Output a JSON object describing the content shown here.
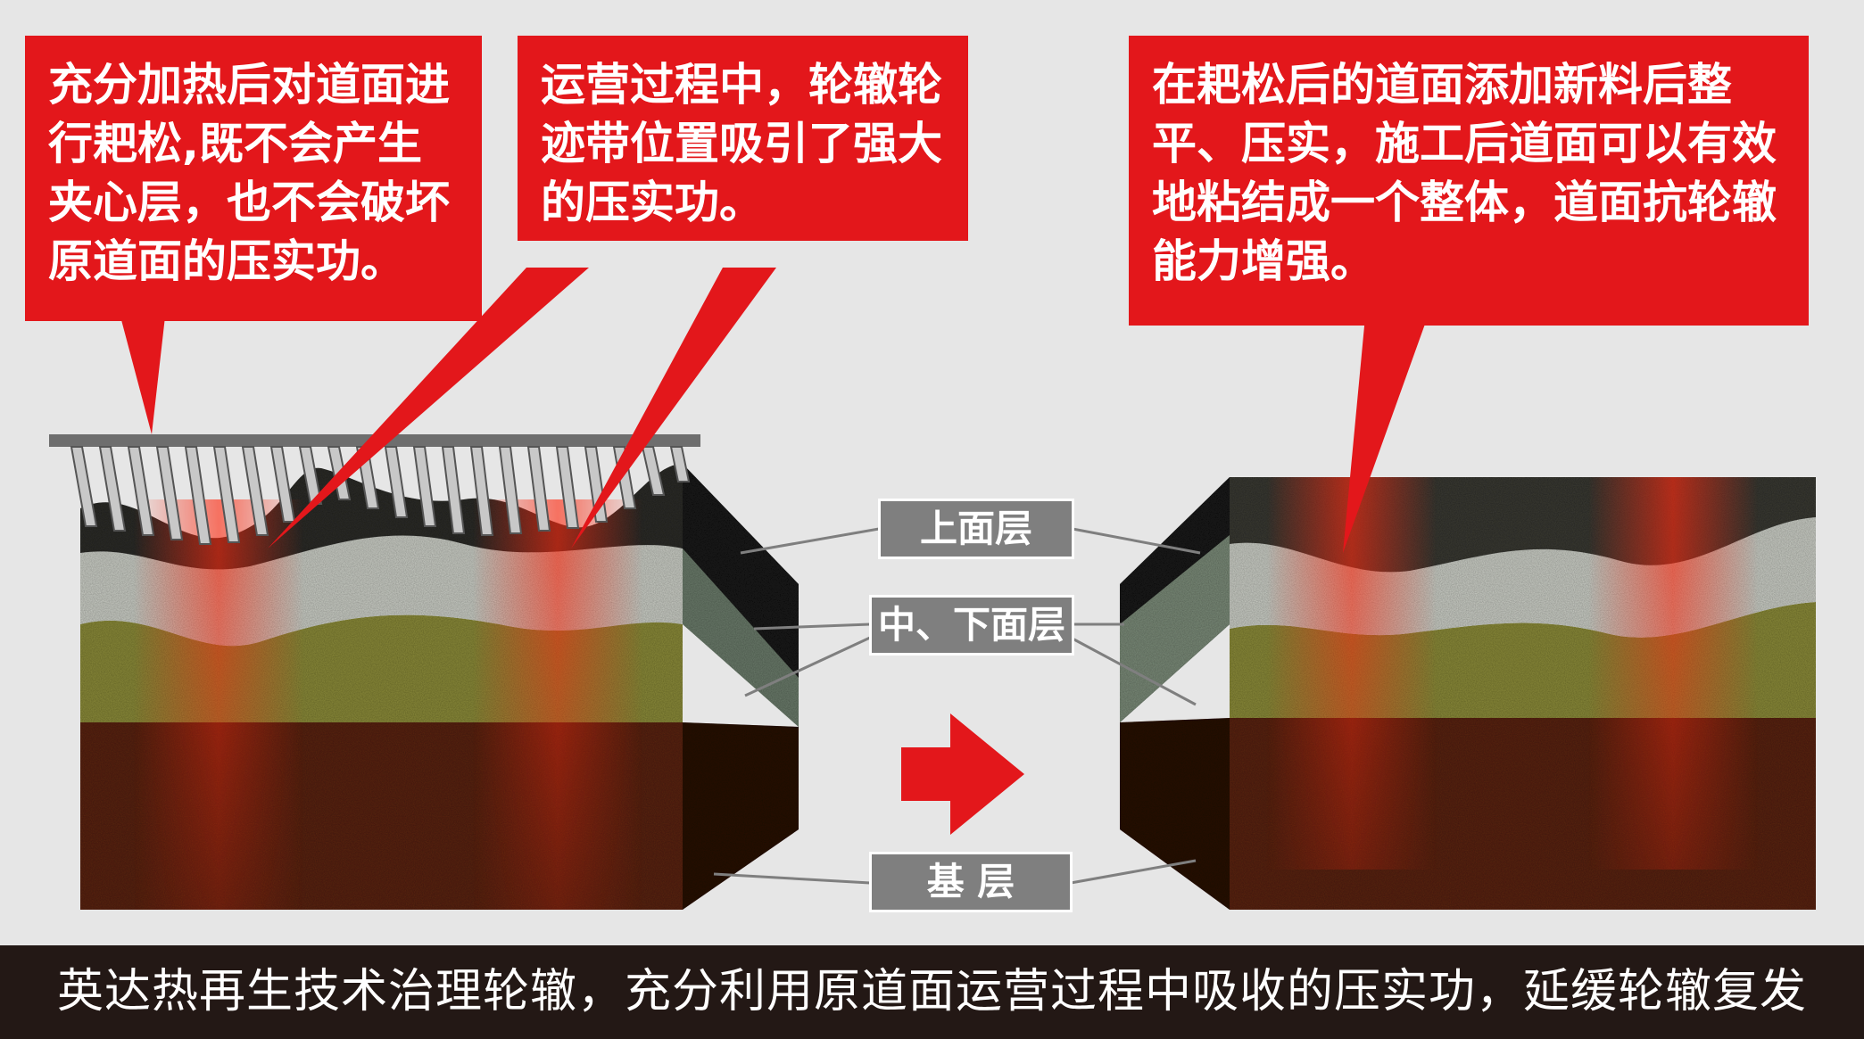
{
  "callouts": {
    "left": "充分加热后对道面进行耙松,既不会产生夹心层，也不会破坏原道面的压实功。",
    "middle": "运营过程中，轮辙轮迹带位置吸引了强大的压实功。",
    "right": "在耙松后的道面添加新料后整平、压实，施工后道面可以有效地粘结成一个整体，道面抗轮辙能力增强。"
  },
  "labels": {
    "top_layer": "上面层",
    "mid_lower_layer": "中、下面层",
    "base_layer": "基 层"
  },
  "caption": "英达热再生技术治理轮辙，充分利用原道面运营过程中吸收的压实功，延缓轮辙复发",
  "colors": {
    "callout_red": "#e3171b",
    "label_gray": "#7f7f7f",
    "caption_bg": "#231815",
    "background": "#e6e6e6"
  }
}
